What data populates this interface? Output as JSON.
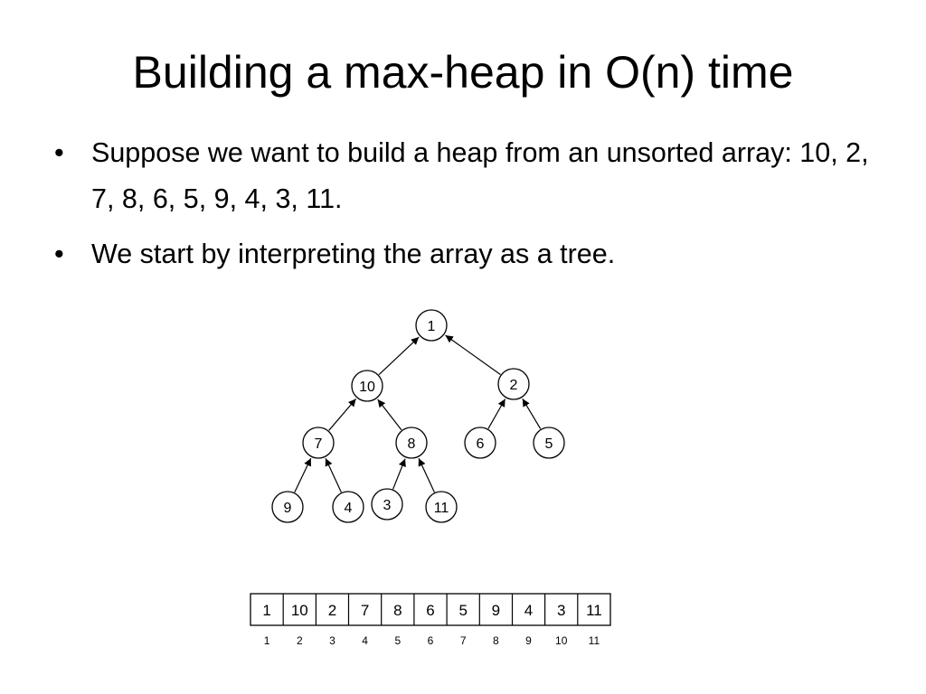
{
  "slide": {
    "title": "Building a max-heap in O(n) time",
    "bullet_symbol": "•",
    "bullets": [
      {
        "text": "Suppose we want to build a heap from an unsorted array: 10, 2, 7, 8, 6, 5, 9, 4, 3, 11."
      },
      {
        "text": "We start by interpreting the array as a tree."
      }
    ]
  },
  "tree": {
    "nodes": [
      "1",
      "10",
      "2",
      "7",
      "8",
      "6",
      "5",
      "9",
      "4",
      "3",
      "11"
    ],
    "edges": [
      {
        "from": 1,
        "to": 0
      },
      {
        "from": 2,
        "to": 0
      },
      {
        "from": 3,
        "to": 1
      },
      {
        "from": 4,
        "to": 1
      },
      {
        "from": 5,
        "to": 2
      },
      {
        "from": 6,
        "to": 2
      },
      {
        "from": 7,
        "to": 3
      },
      {
        "from": 8,
        "to": 3
      },
      {
        "from": 9,
        "to": 4
      },
      {
        "from": 10,
        "to": 4
      }
    ]
  },
  "array": {
    "values": [
      "1",
      "10",
      "2",
      "7",
      "8",
      "6",
      "5",
      "9",
      "4",
      "3",
      "11"
    ],
    "indices": [
      "1",
      "2",
      "3",
      "4",
      "5",
      "6",
      "7",
      "8",
      "9",
      "10",
      "11"
    ]
  }
}
